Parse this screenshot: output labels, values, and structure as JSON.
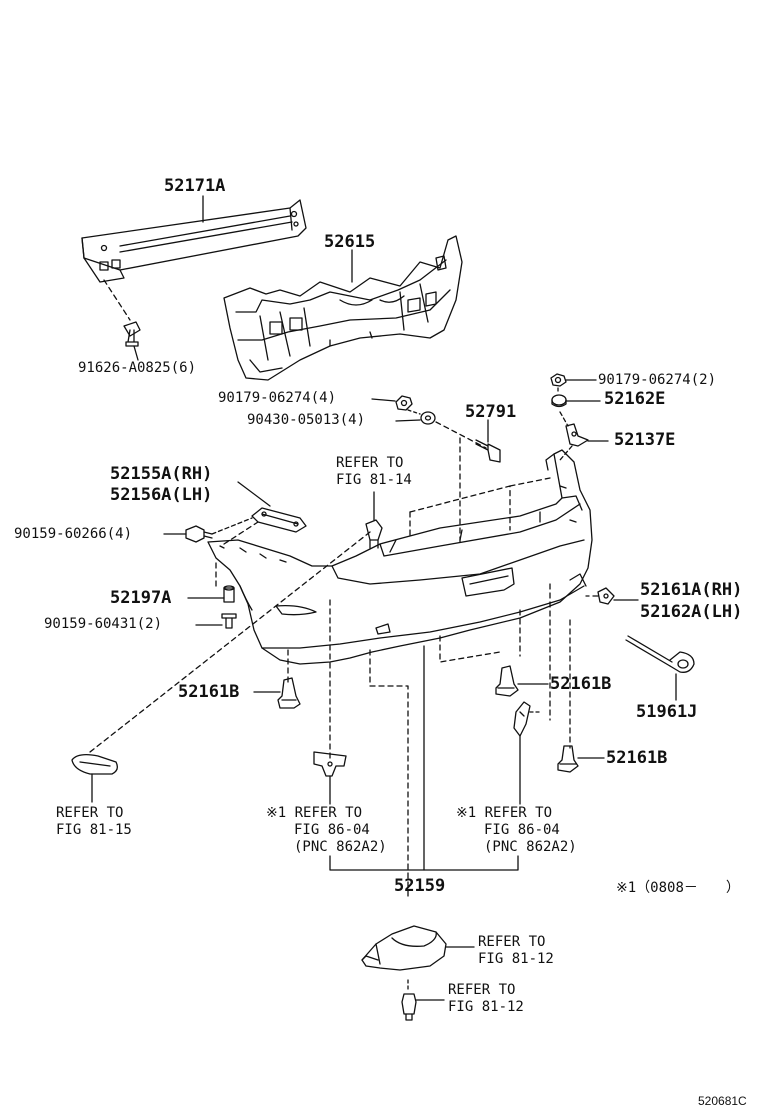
{
  "diagram_id": "520681C",
  "footnote": "※1（0808－　　）",
  "parts": {
    "p52171A": "52171A",
    "p52615": "52615",
    "p91626": "91626-A0825(6)",
    "p90179_4": "90179-06274(4)",
    "p90430_4": "90430-05013(4)",
    "p52791": "52791",
    "p90179_2": "90179-06274(2)",
    "p52162E": "52162E",
    "p52137E": "52137E",
    "p52155A": "52155A(RH)",
    "p52156A": "52156A(LH)",
    "p90159_60266": "90159-60266(4)",
    "p52197A": "52197A",
    "p90159_60431": "90159-60431(2)",
    "p52161A": "52161A(RH)",
    "p52162A": "52162A(LH)",
    "p52161B_left": "52161B",
    "p52161B_mid": "52161B",
    "p52161B_right": "52161B",
    "p51961J": "51961J",
    "p52159": "52159"
  },
  "refs": {
    "ref_81_14_a": "REFER TO",
    "ref_81_14_b": "FIG 81-14",
    "ref_81_15_a": "REFER TO",
    "ref_81_15_b": "FIG 81-15",
    "ref_86_04_l_a": "※1 REFER TO",
    "ref_86_04_l_b": "FIG 86-04",
    "ref_86_04_l_c": "(PNC 862A2)",
    "ref_86_04_r_a": "※1 REFER TO",
    "ref_86_04_r_b": "FIG 86-04",
    "ref_86_04_r_c": "(PNC 862A2)",
    "ref_81_12_a_1": "REFER TO",
    "ref_81_12_a_2": "FIG 81-12",
    "ref_81_12_b_1": "REFER TO",
    "ref_81_12_b_2": "FIG 81-12"
  }
}
